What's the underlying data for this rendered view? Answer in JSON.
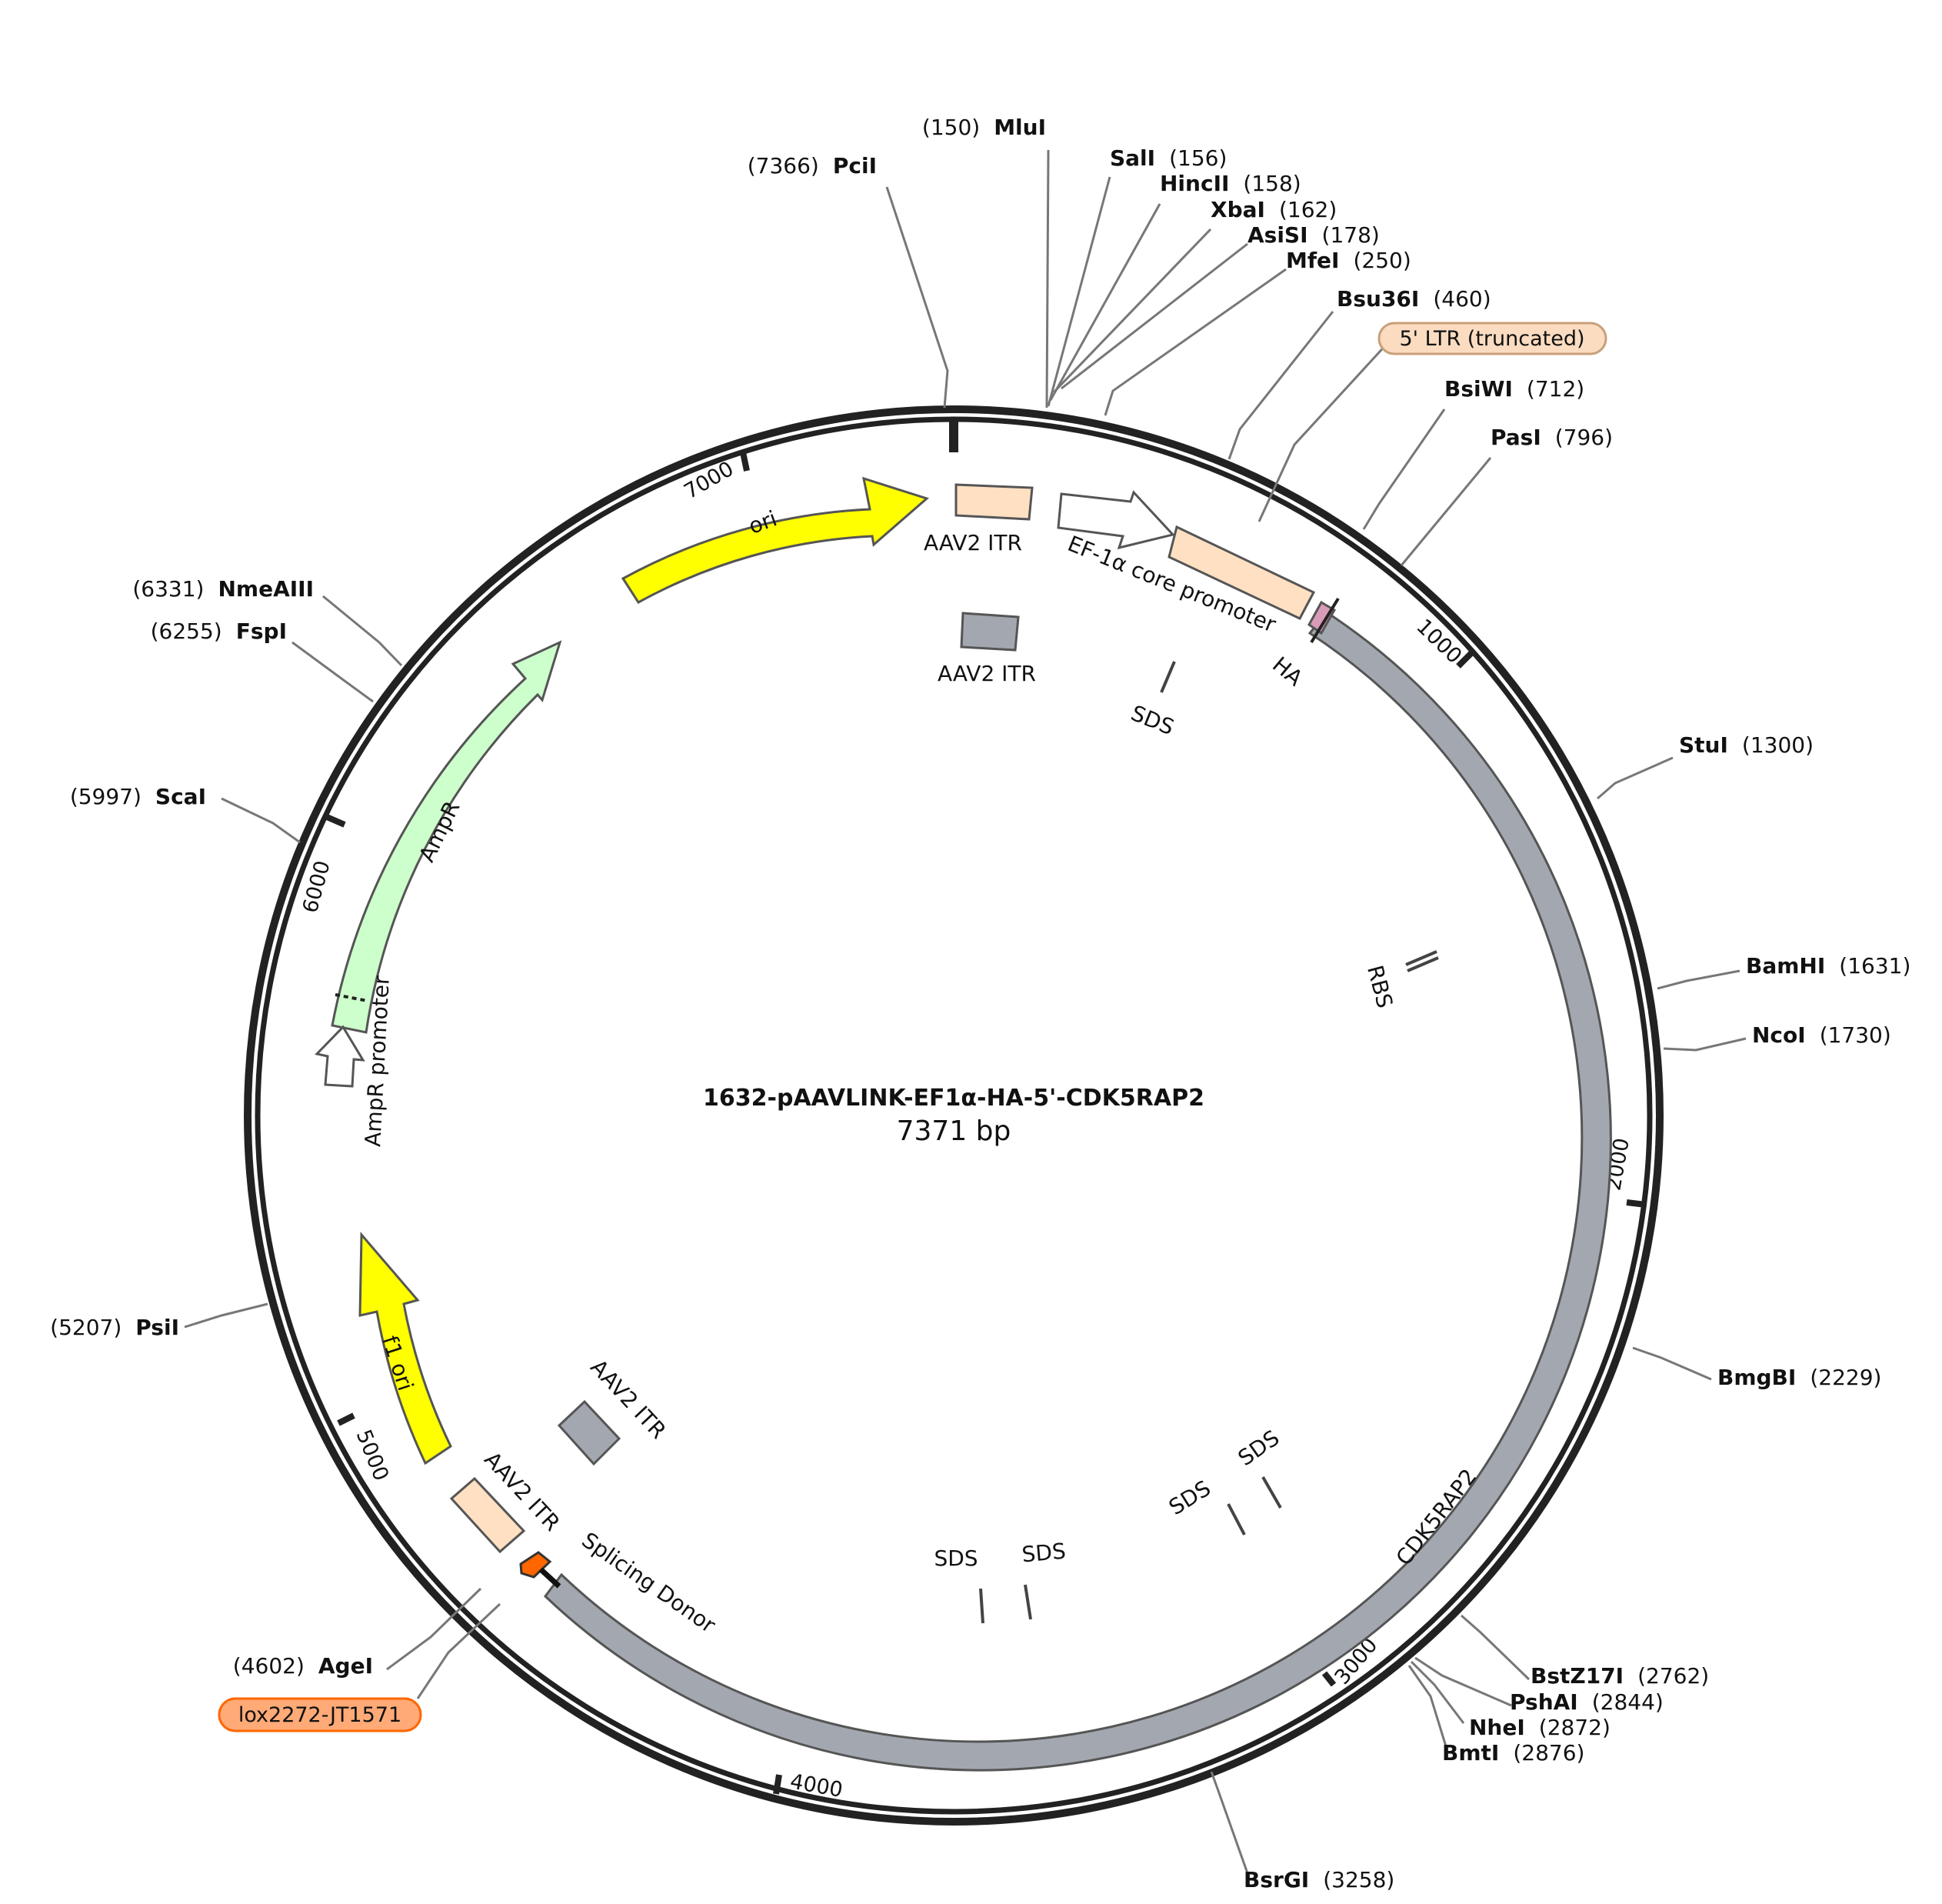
{
  "plasmid": {
    "name": "1632-pAAVLINK-EF1α-HA-5'-CDK5RAP2",
    "length_label": "7371 bp"
  },
  "ticks": [
    "1000",
    "2000",
    "3000",
    "4000",
    "5000",
    "6000",
    "7000"
  ],
  "sites": [
    {
      "name": "PciI",
      "pos": "(7366)"
    },
    {
      "name": "MluI",
      "pos": "(150)"
    },
    {
      "name": "SalI",
      "pos": "(156)"
    },
    {
      "name": "HincII",
      "pos": "(158)"
    },
    {
      "name": "XbaI",
      "pos": "(162)"
    },
    {
      "name": "AsiSI",
      "pos": "(178)"
    },
    {
      "name": "MfeI",
      "pos": "(250)"
    },
    {
      "name": "Bsu36I",
      "pos": "(460)"
    },
    {
      "name": "BsiWI",
      "pos": "(712)"
    },
    {
      "name": "PasI",
      "pos": "(796)"
    },
    {
      "name": "StuI",
      "pos": "(1300)"
    },
    {
      "name": "BamHI",
      "pos": "(1631)"
    },
    {
      "name": "NcoI",
      "pos": "(1730)"
    },
    {
      "name": "BmgBI",
      "pos": "(2229)"
    },
    {
      "name": "BstZ17I",
      "pos": "(2762)"
    },
    {
      "name": "PshAI",
      "pos": "(2844)"
    },
    {
      "name": "NheI",
      "pos": "(2872)"
    },
    {
      "name": "BmtI",
      "pos": "(2876)"
    },
    {
      "name": "BsrGI",
      "pos": "(3258)"
    },
    {
      "name": "AgeI",
      "pos": "(4602)"
    },
    {
      "name": "PsiI",
      "pos": "(5207)"
    },
    {
      "name": "ScaI",
      "pos": "(5997)"
    },
    {
      "name": "FspI",
      "pos": "(6255)"
    },
    {
      "name": "NmeAIII",
      "pos": "(6331)"
    }
  ],
  "tags": {
    "ltr": "5' LTR (truncated)",
    "lox": "lox2272-JT1571"
  },
  "features": {
    "ori": "ori",
    "aav2_itr": "AAV2 ITR",
    "ef1a": "EF-1α core promoter",
    "ha": "HA",
    "sds": "SDS",
    "rbs": "RBS",
    "cdk5rap2": "CDK5RAP2",
    "splicing_donor": "Splicing Donor",
    "f1_ori": "f1 ori",
    "ampr": "AmpR",
    "ampr_promoter": "AmpR promoter"
  },
  "colors": {
    "backbone": "#222222",
    "ori": "#ffff00",
    "itr": "#ffe0c2",
    "gray_feature": "#a3a8b0",
    "ampr": "#ccffcc",
    "ha": "#d99cb8",
    "lox": "#ff6600",
    "lox_tag": "#ffaa77",
    "ltr_tag": "#fbdcc0"
  }
}
